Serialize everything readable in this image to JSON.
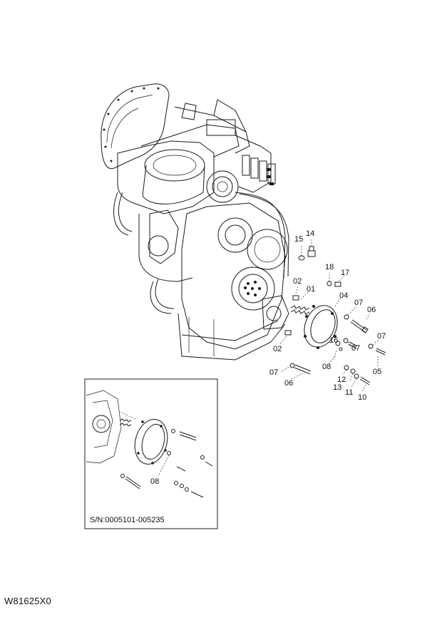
{
  "diagram": {
    "part_labels": {
      "l14": "14",
      "l15": "15",
      "l18": "18",
      "l17": "17",
      "l02a": "02",
      "l01": "01",
      "l04": "04",
      "l07a": "07",
      "l06a": "06",
      "l07b": "07",
      "l16": "16",
      "l07c": "07",
      "l02b": "02",
      "l08": "08",
      "l05": "05",
      "l07d": "07",
      "l06b": "06",
      "l12": "12",
      "l13": "13",
      "l11": "11",
      "l10": "10"
    },
    "inset": {
      "label_08": "08",
      "serial_range": "S/N:0005101-005235"
    }
  },
  "footer": {
    "code": "W81625X0"
  }
}
